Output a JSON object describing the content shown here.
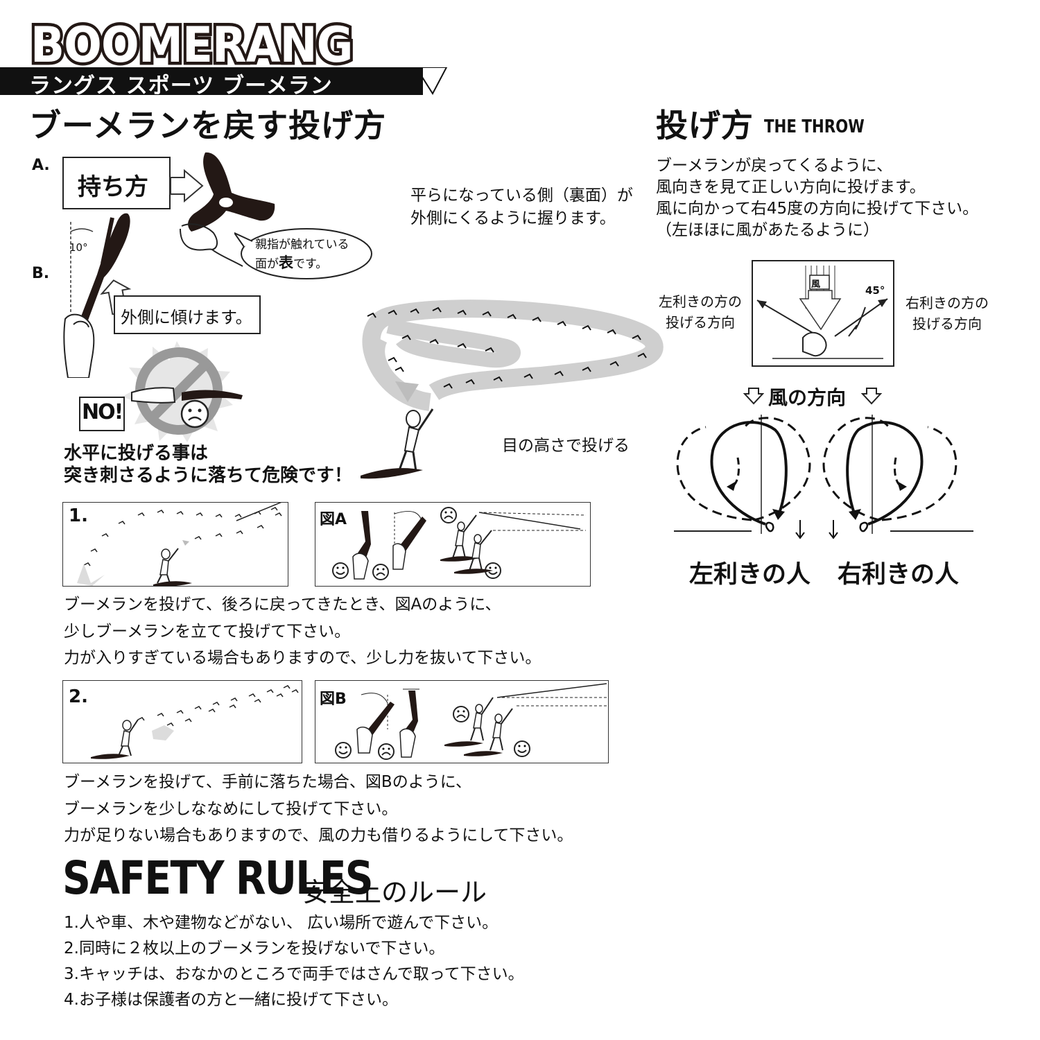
{
  "header": {
    "brand": "BOOMERANG",
    "subtitle": "ラングス スポーツ ブーメラン"
  },
  "left": {
    "title": "ブーメランを戻す投げ方",
    "label_a": "A.",
    "label_b": "B.",
    "grip_box": "持ち方",
    "angle": "10°",
    "tilt_note": "外側に傾けます。",
    "bubble_line1": "親指が触れている",
    "bubble_line2_pre": "面が",
    "bubble_line2_bold": "表",
    "bubble_line2_post": "です。",
    "grip_note_line1": "平らになっている側（裏面）が",
    "grip_note_line2": "外側にくるように握ります。",
    "no_label": "NO!",
    "warning_line1": "水平に投げる事は",
    "warning_line2": "突き刺さるように落ちて危険です！",
    "eye_level": "目の高さで投げる"
  },
  "right": {
    "title": "投げ方",
    "title_en": "THE THROW",
    "desc": [
      "ブーメランが戻ってくるように、",
      "風向きを見て正しい方向に投げます。",
      "風に向かって右45度の方向に投げて下さい。",
      "（左ほほに風があたるように）"
    ],
    "left_hand_dir": [
      "左利きの方の",
      "投げる方向"
    ],
    "right_hand_dir": [
      "右利きの方の",
      "投げる方向"
    ],
    "wind_badge": "風",
    "angle45": "45°",
    "wind_direction": "風の方向",
    "left_person": "左利きの人",
    "right_person": "右利きの人"
  },
  "steps": {
    "step1_label": "1.",
    "fig_a_label": "図A",
    "step1_text": [
      "ブーメランを投げて、後ろに戻ってきたとき、図Aのように、",
      "少しブーメランを立てて投げて下さい。",
      "力が入りすぎている場合もありますので、少し力を抜いて下さい。"
    ],
    "step2_label": "2.",
    "fig_b_label": "図B",
    "step2_text": [
      "ブーメランを投げて、手前に落ちた場合、図Bのように、",
      "ブーメランを少しななめにして投げて下さい。",
      "力が足りない場合もありますので、風の力も借りるようにして下さい。"
    ]
  },
  "safety": {
    "title": "SAFETY RULES",
    "title_jp": "安全上のルール",
    "rules": [
      "1.人や車、木や建物などがない、 広い場所で遊んで下さい。",
      "2.同時に２枚以上のブーメランを投げないで下さい。",
      "3.キャッチは、おなかのところで両手ではさんで取って下さい。",
      "4.お子様は保護者の方と一緒に投げて下さい。"
    ]
  }
}
